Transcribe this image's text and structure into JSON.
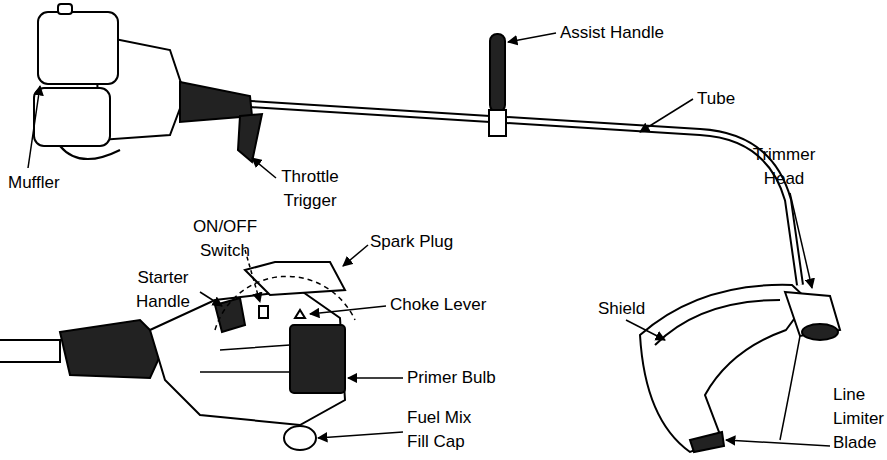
{
  "diagram": {
    "labels": [
      "Assist Handle",
      "Tube",
      "Trimmer Head",
      "Muffler",
      "Throttle Trigger",
      "ON/OFF Switch",
      "Spark Plug",
      "Starter Handle",
      "Choke Lever",
      "Shield",
      "Primer Bulb",
      "Fuel Mix Fill Cap",
      "Line Limiter Blade"
    ]
  }
}
